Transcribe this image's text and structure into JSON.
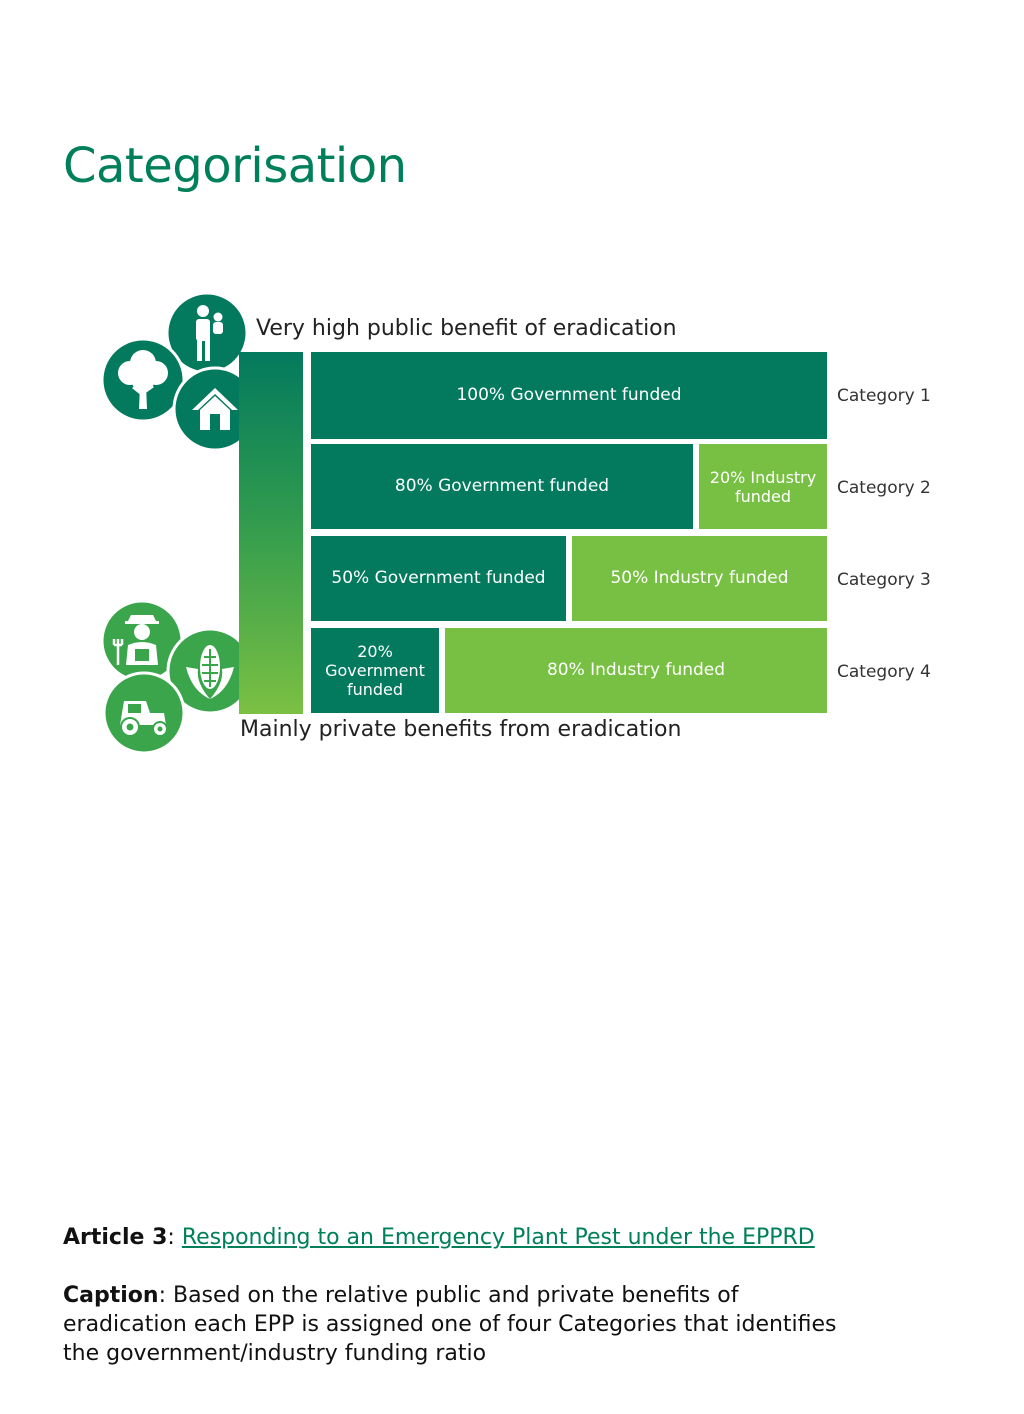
{
  "page": {
    "title": "Categorisation"
  },
  "diagram": {
    "top_label": "Very high public benefit of eradication",
    "bottom_label": "Mainly private benefits from eradication",
    "colors": {
      "government": "#037a5e",
      "industry": "#78c043",
      "icon": "#3aa54b"
    },
    "icons_top": [
      "person-carrying-child-icon",
      "tree-icon",
      "house-icon"
    ],
    "icons_bottom": [
      "farmer-icon",
      "corn-icon",
      "tractor-icon"
    ],
    "categories": [
      {
        "label": "Category 1",
        "government_pct": 100,
        "industry_pct": 0,
        "government_text": "100% Government funded",
        "industry_text": ""
      },
      {
        "label": "Category 2",
        "government_pct": 80,
        "industry_pct": 20,
        "government_text": "80% Government funded",
        "industry_text": "20% Industry funded"
      },
      {
        "label": "Category 3",
        "government_pct": 50,
        "industry_pct": 50,
        "government_text": "50% Government funded",
        "industry_text": "50% Industry funded"
      },
      {
        "label": "Category 4",
        "government_pct": 20,
        "industry_pct": 80,
        "government_text": "20% Government funded",
        "industry_text": "80% Industry funded"
      }
    ]
  },
  "article": {
    "label": "Article 3",
    "separator": ":",
    "link_text": "Responding to an Emergency Plant Pest under the EPPRD"
  },
  "caption": {
    "label": "Caption",
    "text": ": Based on the relative public and private benefits of eradication each EPP is assigned one of four Categories that identifies the government/industry funding ratio"
  }
}
